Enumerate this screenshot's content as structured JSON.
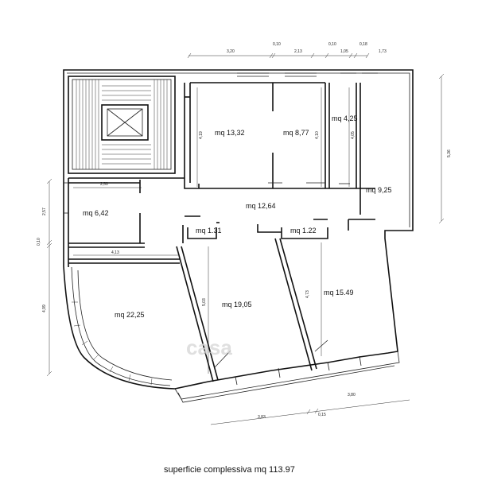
{
  "rooms": {
    "r1332": "mq 13,32",
    "r877": "mq 8,77",
    "r425": "mq 4,25",
    "r925": "mq 9,25",
    "r642": "mq 6,42",
    "r1264": "mq 12,64",
    "r131": "mq 1.31",
    "r122": "mq 1.22",
    "r2225": "mq 22,25",
    "r1905": "mq 19,05",
    "r1549": "mq 15.49"
  },
  "dims": {
    "top_320": "3,20",
    "top_010a": "0,10",
    "top_213": "2,13",
    "top_010b": "0,10",
    "top_105": "1,05",
    "top_018": "0,18",
    "top_173": "1,73",
    "right_536": "5,36",
    "left_257": "2,57",
    "left_010": "0,10",
    "left_499": "4,99",
    "in_250": "2,50",
    "in_413": "4,13",
    "in_419": "4,19",
    "in_410": "4,10",
    "in_405": "4,05",
    "in_503": "5,03",
    "in_473": "4,73",
    "bot_383": "3,83",
    "bot_015": "0,15",
    "bot_380": "3,80"
  },
  "watermark": "casa",
  "caption": "superficie complessiva mq 113.97"
}
